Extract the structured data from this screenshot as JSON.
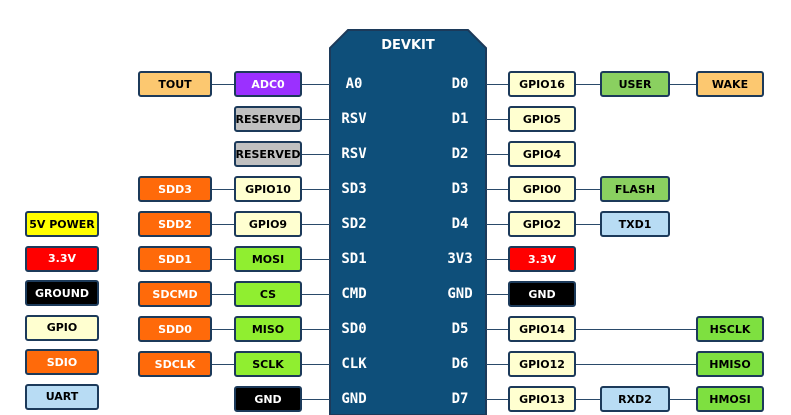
{
  "board": {
    "title": "DEVKIT"
  },
  "colors": {
    "board": "#0e4f7a",
    "border": "#1c3a5a",
    "line": "#2a4a6a",
    "tout": "#fcc870",
    "adc": "#9b30ff",
    "reserved": "#c0c0c0",
    "gpio": "#ffffd0",
    "sdd": "#ff6a0a",
    "func": "#90ee30",
    "power": "#ff0000",
    "ground": "#000000",
    "user": "#8ad060",
    "flash": "#8ad060",
    "uart": "#b8dcf4",
    "hspi": "#7ee040",
    "fiveV": "#ffff00"
  },
  "legend": [
    {
      "text": "5V POWER",
      "bg": "#ffff00",
      "fg": "#000000"
    },
    {
      "text": "3.3V",
      "bg": "#ff0000",
      "fg": "#ffffff"
    },
    {
      "text": "GROUND",
      "bg": "#000000",
      "fg": "#ffffff"
    },
    {
      "text": "GPIO",
      "bg": "#ffffd0",
      "fg": "#000000"
    },
    {
      "text": "SDIO",
      "bg": "#ff6a0a",
      "fg": "#ffffff"
    },
    {
      "text": "UART",
      "bg": "#b8dcf4",
      "fg": "#000000"
    }
  ],
  "left_pins": [
    {
      "pin": "A0",
      "labels": [
        {
          "text": "TOUT",
          "bg": "#fcc870",
          "fg": "#000000"
        },
        {
          "text": "ADC0",
          "bg": "#9b30ff",
          "fg": "#ffffff"
        }
      ]
    },
    {
      "pin": "RSV",
      "labels": [
        {
          "text": "RESERVED",
          "bg": "#c0c0c0",
          "fg": "#000000"
        }
      ]
    },
    {
      "pin": "RSV",
      "labels": [
        {
          "text": "RESERVED",
          "bg": "#c0c0c0",
          "fg": "#000000"
        }
      ]
    },
    {
      "pin": "SD3",
      "labels": [
        {
          "text": "SDD3",
          "bg": "#ff6a0a",
          "fg": "#ffffff"
        },
        {
          "text": "GPIO10",
          "bg": "#ffffd0",
          "fg": "#000000"
        }
      ]
    },
    {
      "pin": "SD2",
      "labels": [
        {
          "text": "SDD2",
          "bg": "#ff6a0a",
          "fg": "#ffffff"
        },
        {
          "text": "GPIO9",
          "bg": "#ffffd0",
          "fg": "#000000"
        }
      ]
    },
    {
      "pin": "SD1",
      "labels": [
        {
          "text": "SDD1",
          "bg": "#ff6a0a",
          "fg": "#ffffff"
        },
        {
          "text": "MOSI",
          "bg": "#90ee30",
          "fg": "#000000"
        }
      ]
    },
    {
      "pin": "CMD",
      "labels": [
        {
          "text": "SDCMD",
          "bg": "#ff6a0a",
          "fg": "#ffffff"
        },
        {
          "text": "CS",
          "bg": "#90ee30",
          "fg": "#000000"
        }
      ]
    },
    {
      "pin": "SD0",
      "labels": [
        {
          "text": "SDD0",
          "bg": "#ff6a0a",
          "fg": "#ffffff"
        },
        {
          "text": "MISO",
          "bg": "#90ee30",
          "fg": "#000000"
        }
      ]
    },
    {
      "pin": "CLK",
      "labels": [
        {
          "text": "SDCLK",
          "bg": "#ff6a0a",
          "fg": "#ffffff"
        },
        {
          "text": "SCLK",
          "bg": "#90ee30",
          "fg": "#000000"
        }
      ]
    },
    {
      "pin": "GND",
      "labels": [
        {
          "text": "GND",
          "bg": "#000000",
          "fg": "#ffffff"
        }
      ]
    }
  ],
  "right_pins": [
    {
      "pin": "D0",
      "labels": [
        {
          "text": "GPIO16",
          "bg": "#ffffd0",
          "fg": "#000000"
        },
        {
          "text": "USER",
          "bg": "#8ad060",
          "fg": "#000000"
        },
        {
          "text": "WAKE",
          "bg": "#fcc870",
          "fg": "#000000"
        }
      ]
    },
    {
      "pin": "D1",
      "labels": [
        {
          "text": "GPIO5",
          "bg": "#ffffd0",
          "fg": "#000000"
        }
      ]
    },
    {
      "pin": "D2",
      "labels": [
        {
          "text": "GPIO4",
          "bg": "#ffffd0",
          "fg": "#000000"
        }
      ]
    },
    {
      "pin": "D3",
      "labels": [
        {
          "text": "GPIO0",
          "bg": "#ffffd0",
          "fg": "#000000"
        },
        {
          "text": "FLASH",
          "bg": "#8ad060",
          "fg": "#000000"
        }
      ]
    },
    {
      "pin": "D4",
      "labels": [
        {
          "text": "GPIO2",
          "bg": "#ffffd0",
          "fg": "#000000"
        },
        {
          "text": "TXD1",
          "bg": "#b8dcf4",
          "fg": "#000000"
        }
      ]
    },
    {
      "pin": "3V3",
      "labels": [
        {
          "text": "3.3V",
          "bg": "#ff0000",
          "fg": "#ffffff"
        }
      ]
    },
    {
      "pin": "GND",
      "labels": [
        {
          "text": "GND",
          "bg": "#000000",
          "fg": "#ffffff"
        }
      ]
    },
    {
      "pin": "D5",
      "labels": [
        {
          "text": "GPIO14",
          "bg": "#ffffd0",
          "fg": "#000000"
        },
        {
          "text": "HSCLK",
          "bg": "#7ee040",
          "fg": "#000000"
        }
      ]
    },
    {
      "pin": "D6",
      "labels": [
        {
          "text": "GPIO12",
          "bg": "#ffffd0",
          "fg": "#000000"
        },
        {
          "text": "HMISO",
          "bg": "#7ee040",
          "fg": "#000000"
        }
      ]
    },
    {
      "pin": "D7",
      "labels": [
        {
          "text": "GPIO13",
          "bg": "#ffffd0",
          "fg": "#000000"
        },
        {
          "text": "RXD2",
          "bg": "#b8dcf4",
          "fg": "#000000"
        },
        {
          "text": "HMOSI",
          "bg": "#7ee040",
          "fg": "#000000"
        }
      ]
    }
  ]
}
